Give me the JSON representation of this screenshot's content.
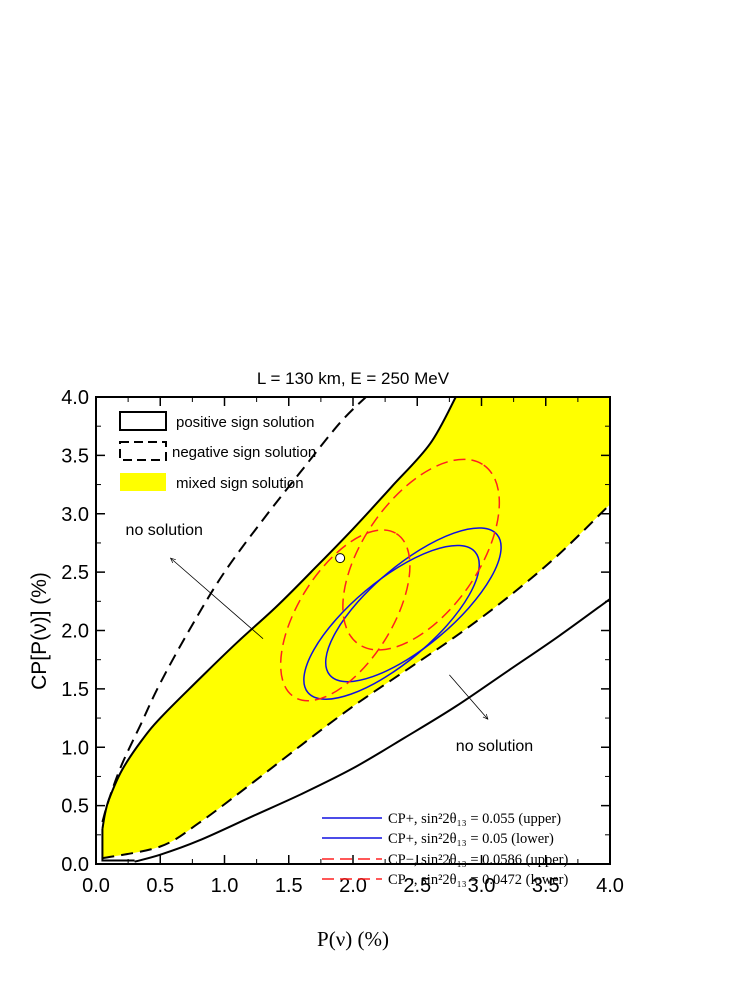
{
  "chart_data": {
    "type": "line",
    "title": "L = 130 km, E = 250 MeV",
    "xlabel": "P(ν)  (%)",
    "ylabel": "CP[P(ν)] (%)",
    "xlim": [
      0.0,
      4.0
    ],
    "ylim": [
      0.0,
      4.0
    ],
    "x_ticks": [
      "0.0",
      "0.5",
      "1.0",
      "1.5",
      "2.0",
      "2.5",
      "3.0",
      "3.5",
      "4.0"
    ],
    "y_ticks": [
      "0.0",
      "0.5",
      "1.0",
      "1.5",
      "2.0",
      "2.5",
      "3.0",
      "3.5",
      "4.0"
    ],
    "grid": false,
    "region_legend": [
      {
        "label": "positive sign solution",
        "style": "solid-box"
      },
      {
        "label": "negative sign solution",
        "style": "dashed-box"
      },
      {
        "label": "mixed sign solution",
        "style": "filled-box"
      }
    ],
    "ellipse_legend": [
      {
        "label": "CP+, sin²2θ₁₃ = 0.055 (upper)",
        "color": "#1010e0",
        "style": "solid"
      },
      {
        "label": "CP+, sin²2θ₁₃ = 0.05 (lower)",
        "color": "#1010e0",
        "style": "solid"
      },
      {
        "label": "CP−, sin²2θ₁₃ = 0.0586 (upper)",
        "color": "#ff2020",
        "style": "dashed"
      },
      {
        "label": "CP−, sin²2θ₁₃ = 0.0472 (lower)",
        "color": "#ff2020",
        "style": "dashed"
      }
    ],
    "annotations": [
      {
        "text": "no solution",
        "x": 0.23,
        "y": 2.82
      },
      {
        "text": "no solution",
        "x": 2.8,
        "y": 0.97
      }
    ],
    "boundaries": {
      "positive_upper": {
        "x": [
          0.05,
          0.07,
          0.1,
          0.2,
          0.35,
          0.5,
          0.8,
          1.1,
          1.4,
          1.7,
          2.0,
          2.3,
          2.6,
          2.8
        ],
        "y": [
          0.3,
          0.43,
          0.55,
          0.8,
          1.05,
          1.25,
          1.58,
          1.9,
          2.2,
          2.53,
          2.87,
          3.23,
          3.6,
          4.0
        ]
      },
      "positive_lower": {
        "x": [
          0.3,
          0.5,
          0.8,
          1.2,
          1.6,
          2.0,
          2.4,
          2.8,
          3.2,
          3.6,
          4.0
        ],
        "y": [
          0.02,
          0.08,
          0.2,
          0.4,
          0.6,
          0.82,
          1.08,
          1.35,
          1.65,
          1.95,
          2.27
        ]
      },
      "negative_upper": {
        "x": [
          0.05,
          0.1,
          0.2,
          0.35,
          0.5,
          0.75,
          1.0,
          1.3,
          1.6,
          1.9,
          2.1
        ],
        "y": [
          0.36,
          0.55,
          0.85,
          1.2,
          1.55,
          2.05,
          2.5,
          2.95,
          3.37,
          3.78,
          4.0
        ]
      },
      "negative_lower": {
        "x": [
          0.05,
          0.5,
          0.8,
          1.2,
          1.6,
          2.0,
          2.4,
          2.8,
          3.2,
          3.6,
          4.0
        ],
        "y": [
          0.05,
          0.15,
          0.35,
          0.68,
          1.02,
          1.35,
          1.65,
          1.95,
          2.28,
          2.65,
          3.08
        ]
      }
    },
    "ellipses": [
      {
        "name": "CP+ upper",
        "cx": 2.47,
        "cy": 2.22,
        "rx": 0.85,
        "ry": 0.35,
        "angle_deg": -40,
        "color": "#1010e0",
        "dashed": false
      },
      {
        "name": "CP+ lower",
        "cx": 2.3,
        "cy": 2.07,
        "rx": 0.85,
        "ry": 0.35,
        "angle_deg": -40,
        "color": "#1010e0",
        "dashed": false
      },
      {
        "name": "CP− upper",
        "cx": 2.53,
        "cy": 2.65,
        "rx": 0.85,
        "ry": 0.49,
        "angle_deg": -55,
        "color": "#ff2020",
        "dashed": true
      },
      {
        "name": "CP− lower",
        "cx": 1.94,
        "cy": 2.13,
        "rx": 0.75,
        "ry": 0.4,
        "angle_deg": -58,
        "color": "#ff2020",
        "dashed": true
      }
    ],
    "marker": {
      "x": 1.9,
      "y": 2.62
    }
  }
}
